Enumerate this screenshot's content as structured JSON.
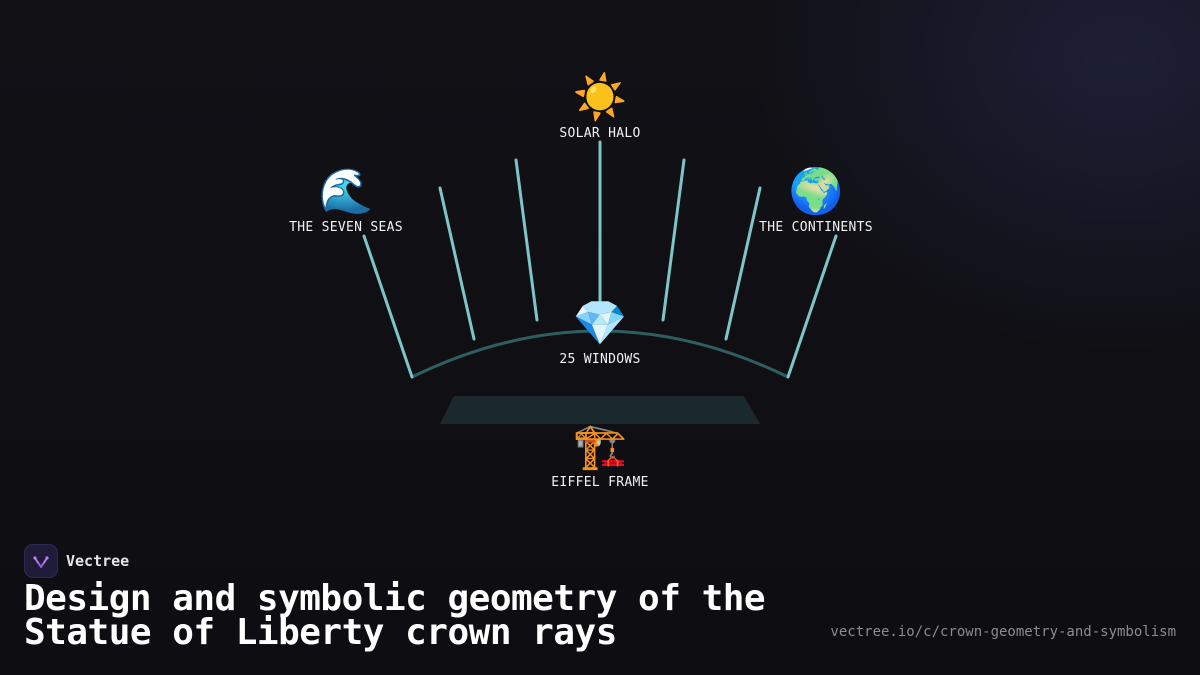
{
  "diagram": {
    "nodes": {
      "solar_halo": {
        "icon": "sun-icon",
        "emoji": "☀️",
        "label": "SOLAR HALO"
      },
      "seven_seas": {
        "icon": "wave-icon",
        "emoji": "🌊",
        "label": "THE SEVEN SEAS"
      },
      "continents": {
        "icon": "globe-icon",
        "emoji": "🌍",
        "label": "THE CONTINENTS"
      },
      "windows": {
        "icon": "gem-icon",
        "emoji": "💎",
        "label": "25 WINDOWS"
      },
      "eiffel_frame": {
        "icon": "construction-crane-icon",
        "emoji": "🏗️",
        "label": "EIFFEL FRAME"
      }
    },
    "colors": {
      "ray": "#7cc7c5",
      "crown_arc": "#2e5e60",
      "base": "#1a2a2c",
      "background": "#0f0f14"
    }
  },
  "brand": {
    "name": "Vectree",
    "logo_icon": "vectree-logo-icon",
    "logo_color": "#a05cd8"
  },
  "footer": {
    "title_line1": "Design and symbolic geometry of the",
    "title_line2": "Statue of Liberty crown rays",
    "url": "vectree.io/c/crown-geometry-and-symbolism"
  }
}
